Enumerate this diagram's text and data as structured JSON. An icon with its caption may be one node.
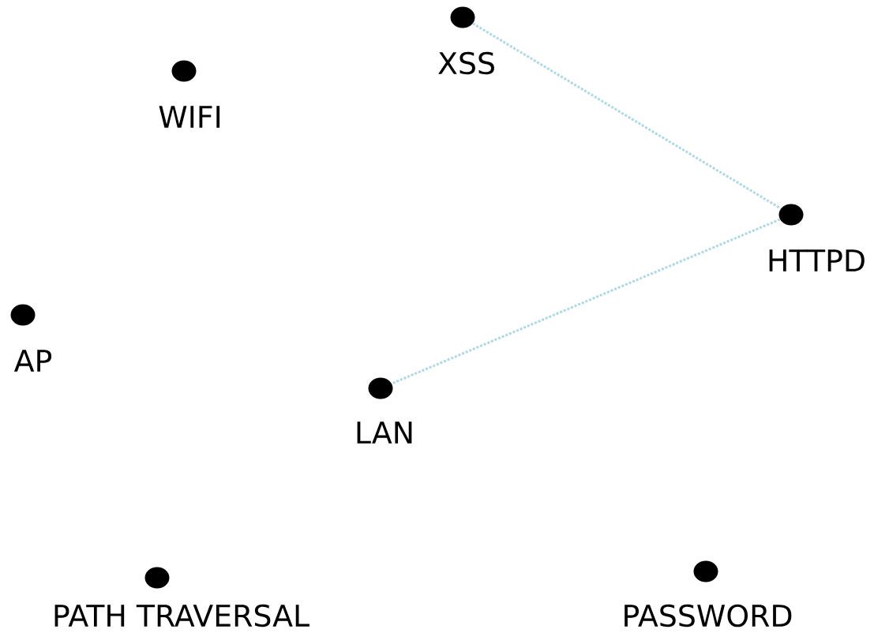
{
  "diagram": {
    "nodes": [
      {
        "text": [
          "XSS"
        ]
      },
      {
        "text": [
          "WIFI"
        ]
      },
      {
        "text": [
          "HTTPD"
        ]
      },
      {
        "text": [
          "AP"
        ]
      },
      {
        "text": [
          "LAN"
        ]
      },
      {
        "text": [
          "PATH TRAVERSAL"
        ]
      },
      {
        "text": [
          "PASSWORD"
        ]
      }
    ],
    "edges": [
      {
        "from": 0,
        "to": 2,
        "arrow": "none",
        "style": "dashed"
      },
      {
        "from": 2,
        "to": 4,
        "arrow": "none",
        "style": "dashed"
      }
    ]
  }
}
